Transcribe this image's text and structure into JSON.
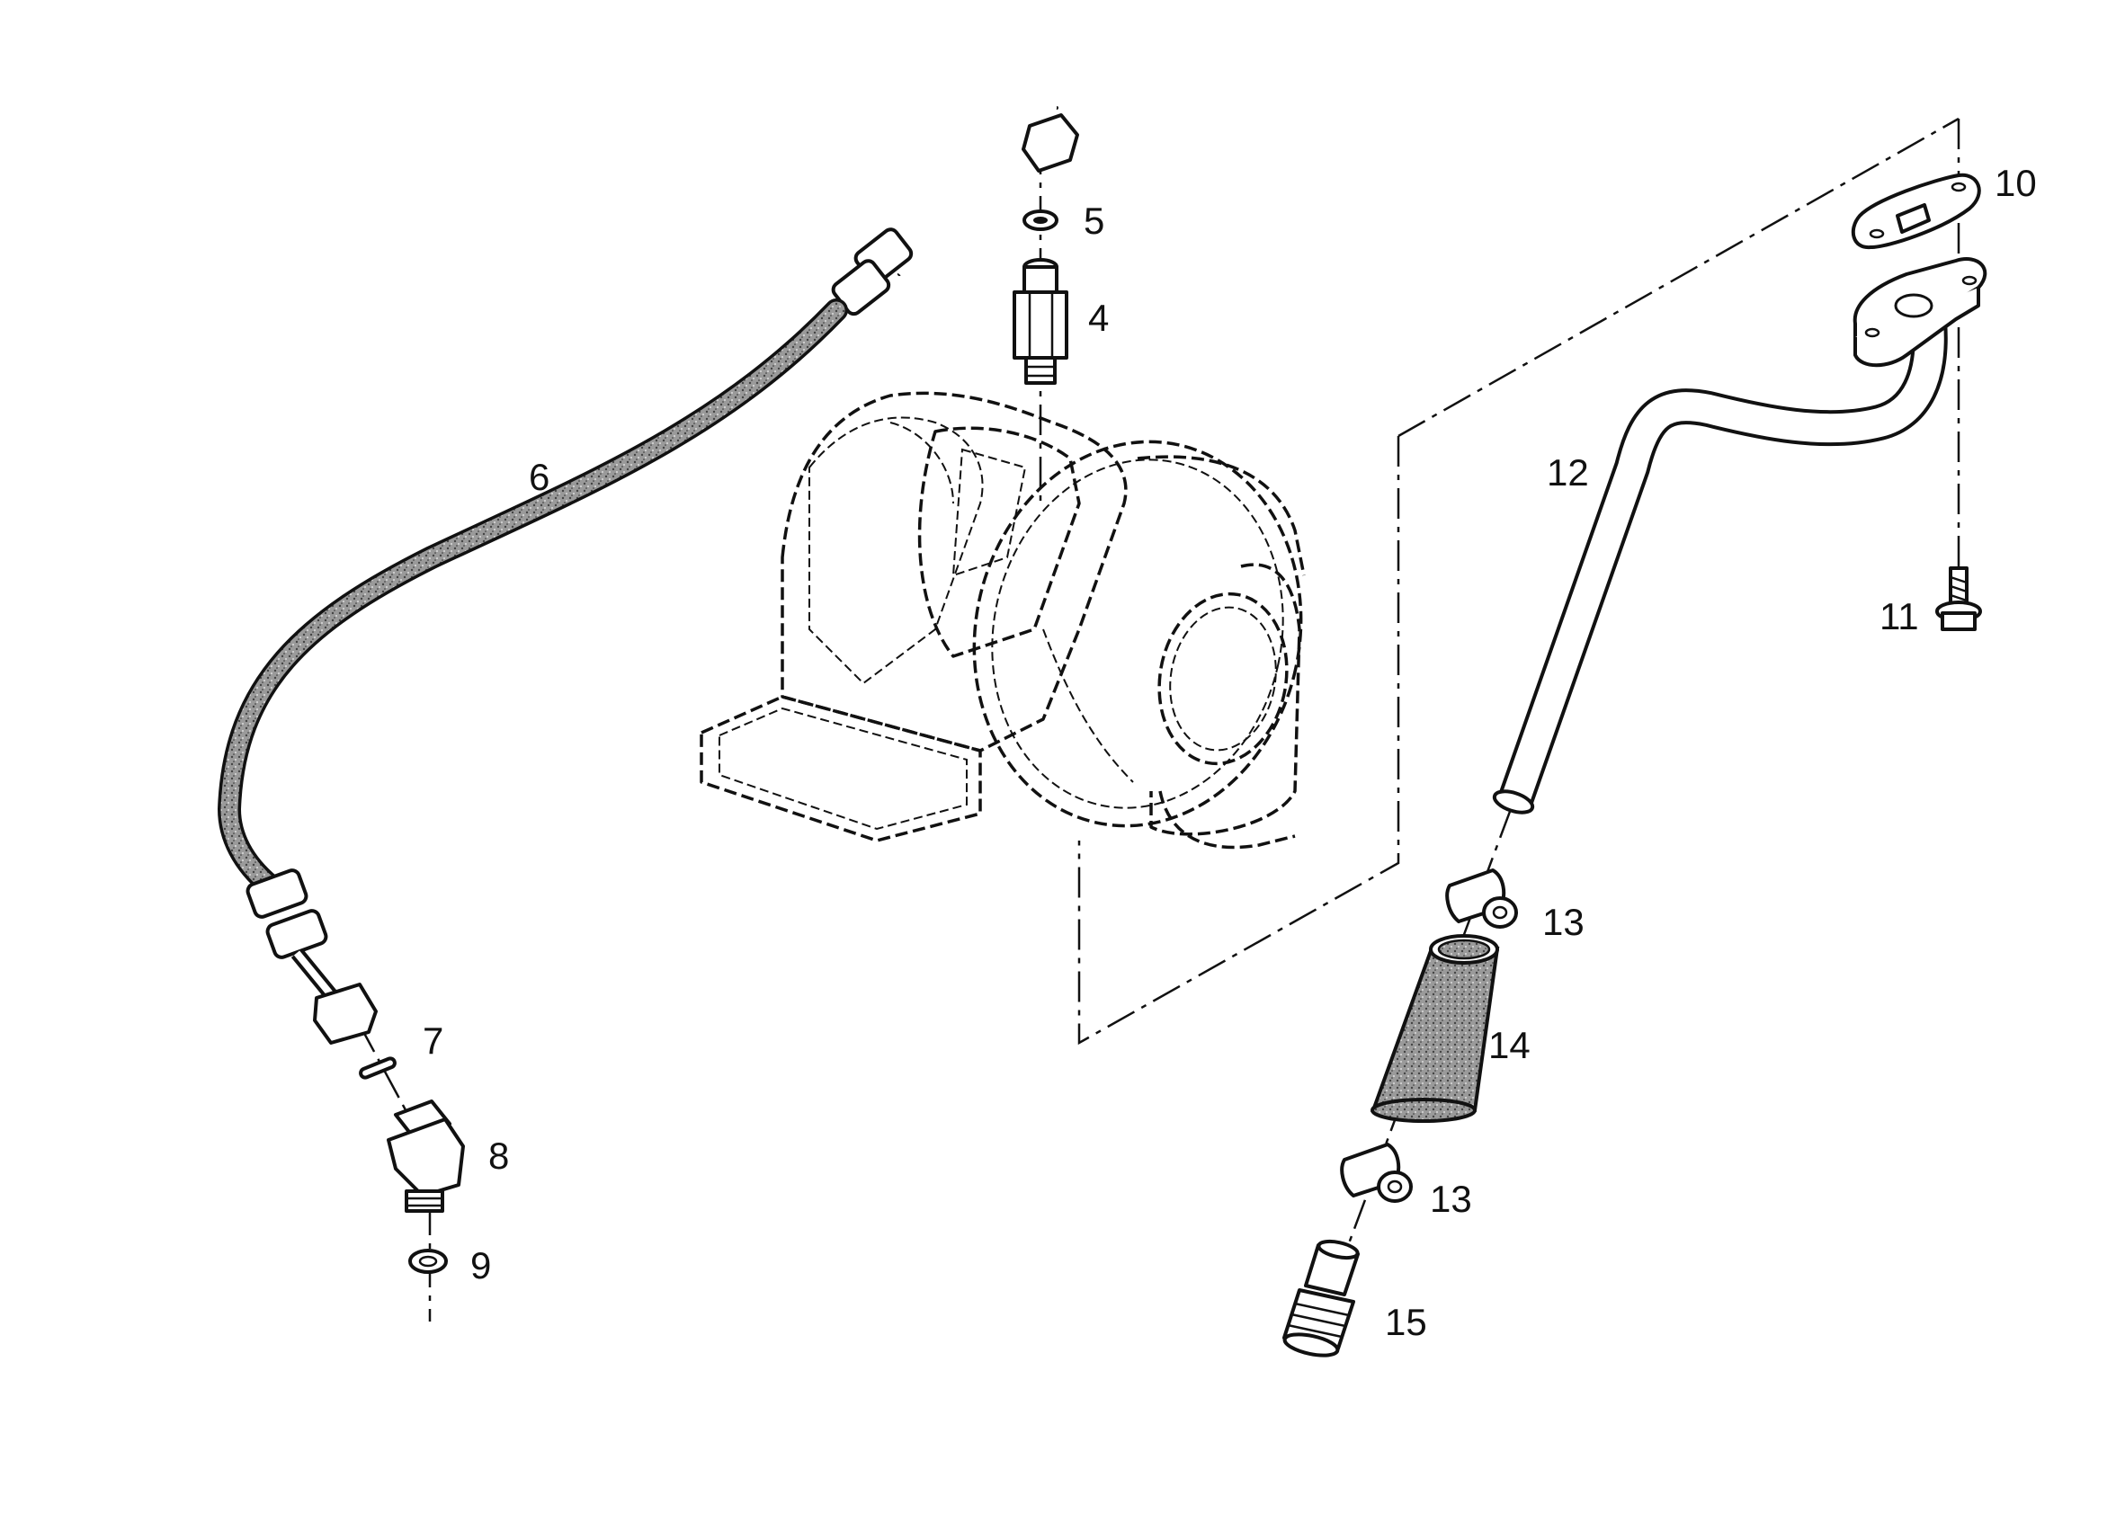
{
  "callouts": {
    "c4": "4",
    "c5": "5",
    "c6": "6",
    "c7": "7",
    "c8": "8",
    "c9": "9",
    "c10": "10",
    "c11": "11",
    "c12": "12",
    "c13a": "13",
    "c13b": "13",
    "c14": "14",
    "c15": "15"
  }
}
